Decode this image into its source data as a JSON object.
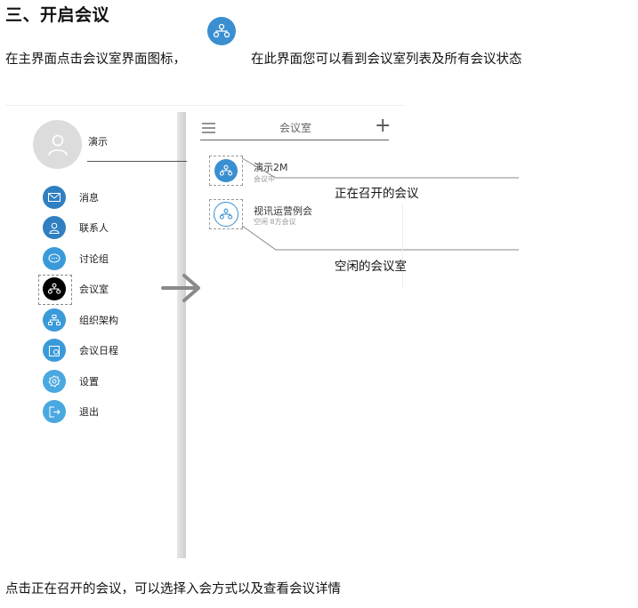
{
  "heading": "三、开启会议",
  "intro": {
    "part1": "在主界面点击",
    "part2": "会议室界面图标，",
    "part3": "在此界面您可以看到会议室列表及所有会议状态"
  },
  "app": {
    "user_name": "演示",
    "menu": [
      {
        "label": "消息",
        "icon": "mail-icon",
        "color": "#2f7fc1"
      },
      {
        "label": "联系人",
        "icon": "contact-icon",
        "color": "#2f7fc1"
      },
      {
        "label": "讨论组",
        "icon": "chat-icon",
        "color": "#3a9ad9"
      },
      {
        "label": "会议室",
        "icon": "meeting-room-icon",
        "color": "#000000"
      },
      {
        "label": "组织架构",
        "icon": "org-chart-icon",
        "color": "#3a9ad9"
      },
      {
        "label": "会议日程",
        "icon": "calendar-icon",
        "color": "#3a9ad9"
      },
      {
        "label": "设置",
        "icon": "settings-icon",
        "color": "#4aa8e0"
      },
      {
        "label": "退出",
        "icon": "exit-icon",
        "color": "#4aa8e0"
      }
    ],
    "room_header": {
      "title": "会议室"
    },
    "meetings": [
      {
        "name": "演示2M",
        "status": "会议中",
        "icon_color": "#3a8fd0"
      },
      {
        "name": "视讯运营例会",
        "status": "空闲  8方会议",
        "icon_color": "#ffffff"
      }
    ]
  },
  "callouts": {
    "ongoing": "正在召开的会议",
    "idle": "空闲的会议室"
  },
  "footer": "点击正在召开的会议，可以选择入会方式以及查看会议详情",
  "colors": {
    "accent": "#3a8fd0",
    "selected": "#000000"
  }
}
